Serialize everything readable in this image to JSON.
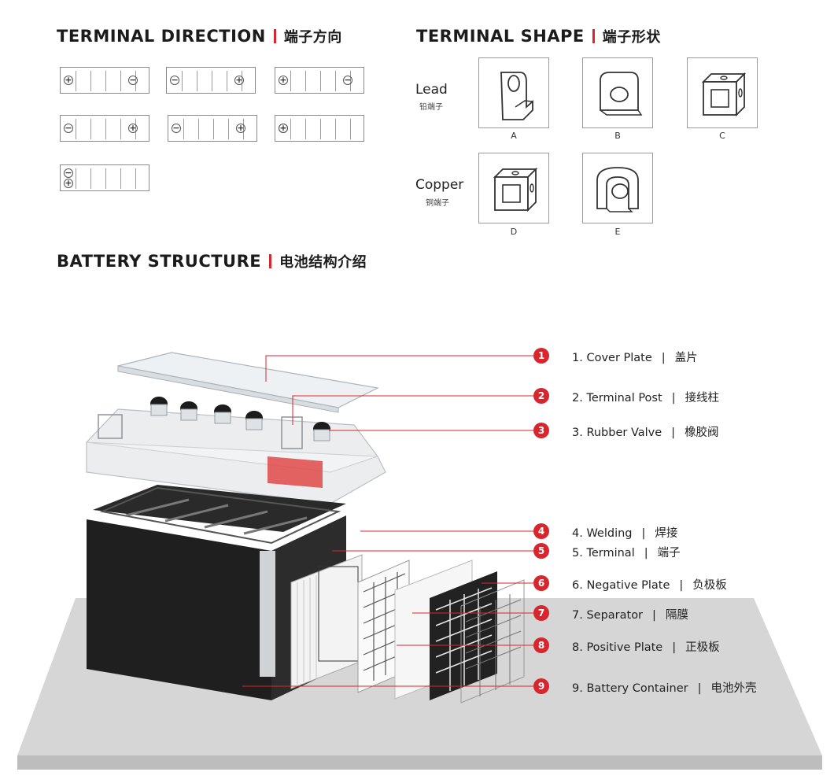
{
  "terminal_direction": {
    "title": "TERMINAL DIRECTION",
    "title_cn": "端子方向",
    "plus_symbol": "+",
    "minus_symbol": "−"
  },
  "terminal_shape": {
    "title": "TERMINAL SHAPE",
    "title_cn": "端子形状",
    "rows": [
      {
        "label": "Lead",
        "label_cn": "铅端子"
      },
      {
        "label": "Copper",
        "label_cn": "铜端子"
      }
    ],
    "letters": [
      "A",
      "B",
      "C",
      "D",
      "E"
    ]
  },
  "battery_structure": {
    "title": "BATTERY STRUCTURE",
    "title_cn": "电池结构介绍",
    "parts": [
      {
        "num": "1",
        "name": "1. Cover Plate",
        "cn": "盖片"
      },
      {
        "num": "2",
        "name": "2. Terminal Post",
        "cn": "接线柱"
      },
      {
        "num": "3",
        "name": "3. Rubber Valve",
        "cn": "橡胶阀"
      },
      {
        "num": "4",
        "name": "4. Welding",
        "cn": "焊接"
      },
      {
        "num": "5",
        "name": "5. Terminal",
        "cn": "端子"
      },
      {
        "num": "6",
        "name": "6. Negative Plate",
        "cn": "负极板"
      },
      {
        "num": "7",
        "name": "7. Separator",
        "cn": "隔膜"
      },
      {
        "num": "8",
        "name": "8. Positive Plate",
        "cn": "正极板"
      },
      {
        "num": "9",
        "name": "9. Battery Container",
        "cn": "电池外壳"
      }
    ]
  },
  "colors": {
    "accent": "#d7262d",
    "platform": "#d3d3d3"
  }
}
